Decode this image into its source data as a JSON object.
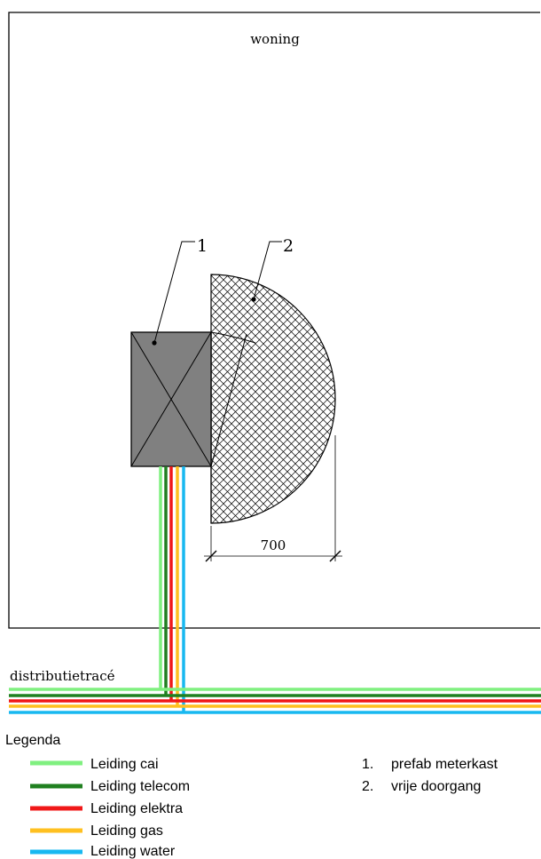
{
  "diagram": {
    "house_label": "woning",
    "callout_1": "1",
    "callout_2": "2",
    "dimension_value": "700",
    "route_label": "distributietracé"
  },
  "legend": {
    "title": "Legenda",
    "lines": [
      {
        "label": "Leiding cai",
        "color": "#80f080"
      },
      {
        "label": "Leiding telecom",
        "color": "#208020"
      },
      {
        "label": "Leiding elektra",
        "color": "#f01818"
      },
      {
        "label": "Leiding gas",
        "color": "#ffc020"
      },
      {
        "label": "Leiding water",
        "color": "#18b8f0"
      }
    ],
    "items": [
      {
        "number": "1.",
        "label": "prefab meterkast"
      },
      {
        "number": "2.",
        "label": "vrije doorgang"
      }
    ]
  },
  "colors": {
    "meter_box_fill": "#808080",
    "outline": "#000000"
  }
}
